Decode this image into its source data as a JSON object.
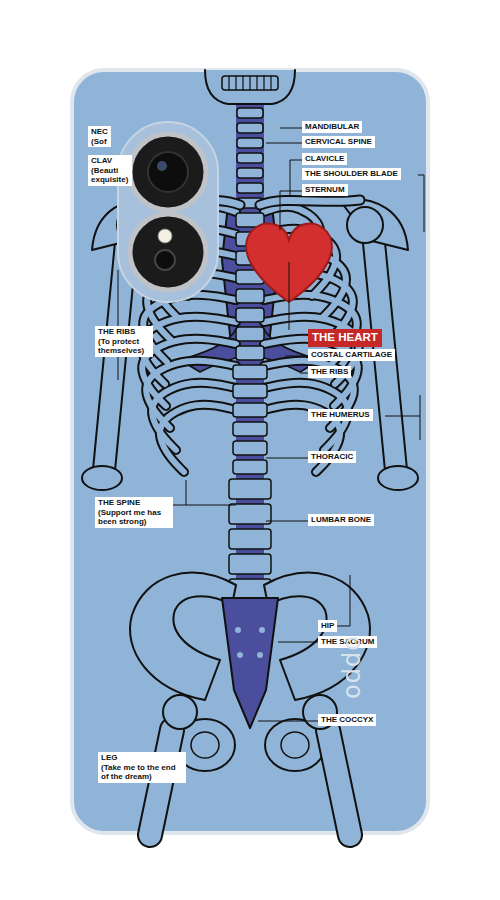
{
  "diagram": {
    "nodes": [
      {
        "text": [
          "MANDIBULAR"
        ]
      },
      {
        "text": [
          "NEC",
          "(Sof"
        ]
      },
      {
        "text": [
          "CERVICAL SPINE"
        ]
      },
      {
        "text": [
          "CLAVICLE"
        ]
      },
      {
        "text": [
          "CLAV",
          "(Beauti exquisite)"
        ]
      },
      {
        "text": [
          "THE SHOULDER BLADE"
        ]
      },
      {
        "text": [
          "STERNUM"
        ]
      },
      {
        "text": [
          "THE RIBS",
          "(To protect themselves)"
        ]
      },
      {
        "text": [
          "THE HEART"
        ]
      },
      {
        "text": [
          "COSTAL CARTILAGE"
        ]
      },
      {
        "text": [
          "THE RIBS"
        ]
      },
      {
        "text": [
          "THE HUMERUS"
        ]
      },
      {
        "text": [
          "THORACIC"
        ]
      },
      {
        "text": [
          "THE SPINE",
          "(Support me has been strong)"
        ]
      },
      {
        "text": [
          "LUMBAR BONE"
        ]
      },
      {
        "text": [
          "HIP"
        ]
      },
      {
        "text": [
          "THE SACRUM"
        ]
      },
      {
        "text": [
          "THE COCCYX"
        ]
      },
      {
        "text": [
          "LEG",
          "(Take me to the end of the dream)"
        ]
      }
    ],
    "labels": [
      "oppo"
    ]
  }
}
